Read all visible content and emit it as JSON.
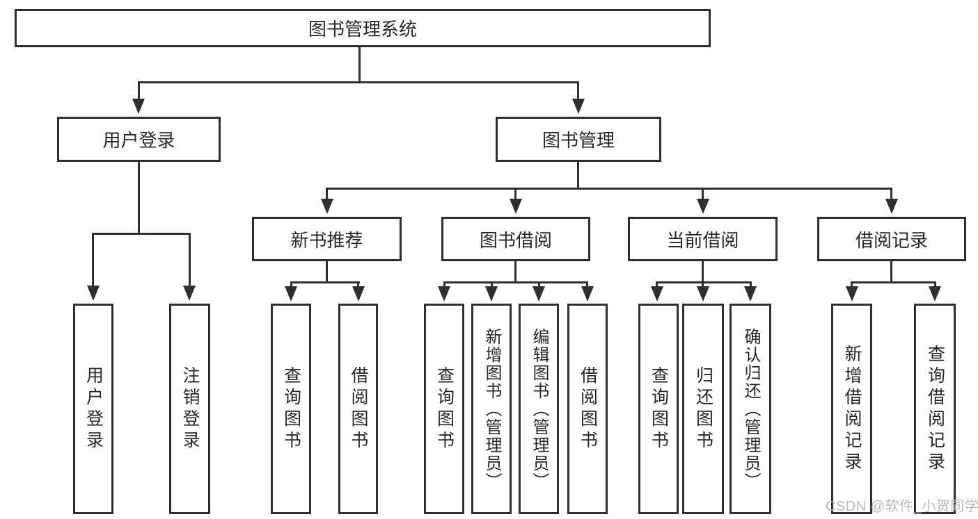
{
  "diagram": {
    "title": "图书管理系统",
    "tree": {
      "label": "图书管理系统",
      "children": [
        {
          "label": "用户登录",
          "children": [
            {
              "label": "用户登录"
            },
            {
              "label": "注销登录"
            }
          ]
        },
        {
          "label": "图书管理",
          "children": [
            {
              "label": "新书推荐",
              "children": [
                {
                  "label": "查询图书"
                },
                {
                  "label": "借阅图书"
                }
              ]
            },
            {
              "label": "图书借阅",
              "children": [
                {
                  "label": "查询图书"
                },
                {
                  "label": "新增图书（管理员）"
                },
                {
                  "label": "编辑图书（管理员）"
                },
                {
                  "label": "借阅图书"
                }
              ]
            },
            {
              "label": "当前借阅",
              "children": [
                {
                  "label": "查询图书"
                },
                {
                  "label": "归还图书"
                },
                {
                  "label": "确认归还（管理员）"
                }
              ]
            },
            {
              "label": "借阅记录",
              "children": [
                {
                  "label": "新增借阅记录"
                },
                {
                  "label": "查询借阅记录"
                }
              ]
            }
          ]
        }
      ]
    }
  },
  "watermark": {
    "text": "CSDN @软件_小贺同学"
  },
  "colors": {
    "line": "#2f2f2f",
    "text": "#262626",
    "background": "#ffffff",
    "watermark": "#b9b9b9"
  }
}
